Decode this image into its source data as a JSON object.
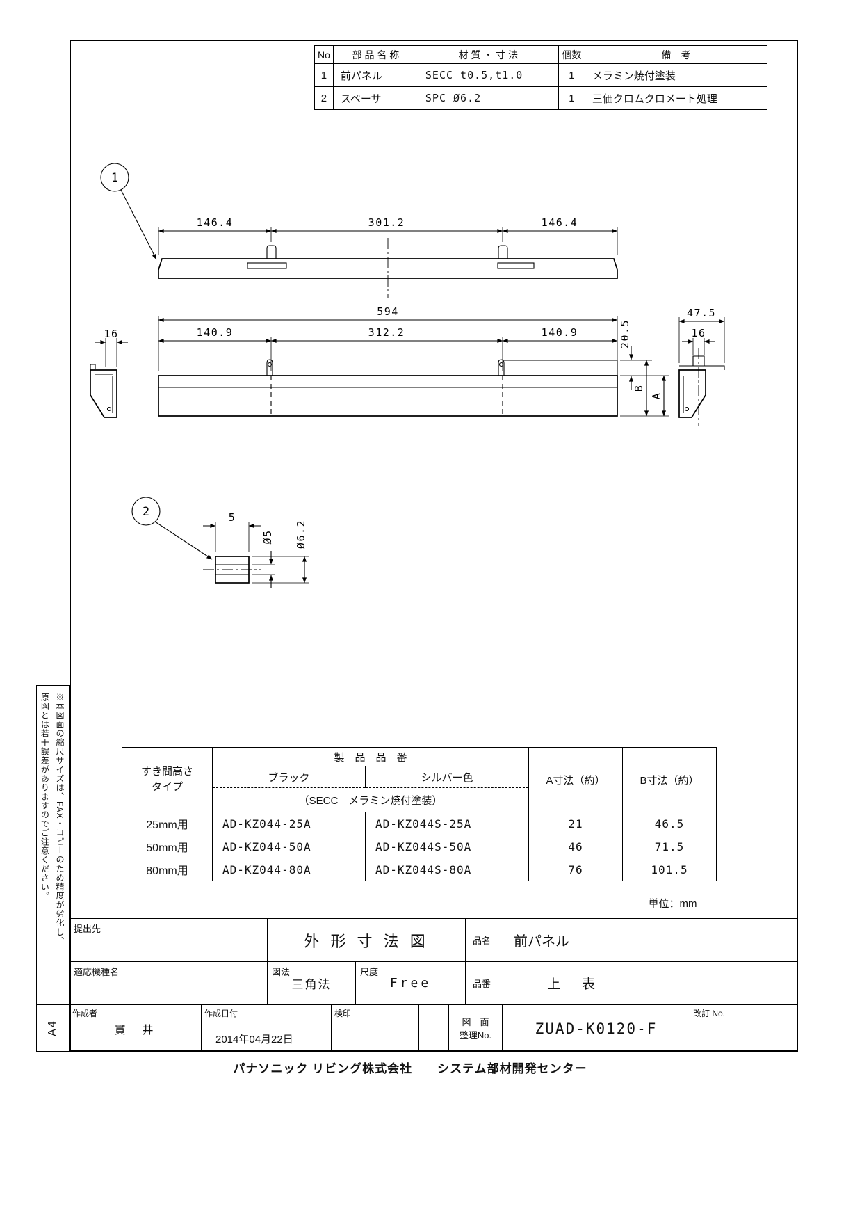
{
  "parts_table": {
    "headers": {
      "no": "No",
      "name": "部 品 名 称",
      "material": "材 質 ・ 寸 法",
      "qty": "個数",
      "remarks": "備　考"
    },
    "rows": [
      {
        "no": "1",
        "name": "前パネル",
        "material": "SECC t0.5,t1.0",
        "qty": "1",
        "remarks": "メラミン焼付塗装"
      },
      {
        "no": "2",
        "name": "スペーサ",
        "material": "SPC Ø6.2",
        "qty": "1",
        "remarks": "三価クロムクロメート処理"
      }
    ]
  },
  "drawing": {
    "balloon_1": "1",
    "balloon_2": "2",
    "top_view": {
      "dim_left": "146.4",
      "dim_center": "301.2",
      "dim_right": "146.4"
    },
    "front_view": {
      "dim_total": "594",
      "dim_left": "140.9",
      "dim_center": "312.2",
      "dim_right": "140.9",
      "dim_offset": "20.5",
      "dim_b": "B",
      "dim_a": "A",
      "dim_left_profile": "16",
      "dim_right_profile_width": "47.5",
      "dim_right_profile": "16"
    },
    "spacer": {
      "dim_length": "5",
      "dim_inner": "Ø5",
      "dim_outer": "Ø6.2"
    }
  },
  "product_table": {
    "gap_header": "すき間高さ\nタイプ",
    "product_no_header": "製　品　品　番",
    "black_header": "ブラック",
    "silver_header": "シルバー色",
    "finish_note": "（SECC　メラミン焼付塗装）",
    "a_header": "A寸法（約）",
    "b_header": "B寸法（約）",
    "rows": [
      {
        "type": "25mm用",
        "black": "AD-KZ044-25A",
        "silver": "AD-KZ044S-25A",
        "a": "21",
        "b": "46.5"
      },
      {
        "type": "50mm用",
        "black": "AD-KZ044-50A",
        "silver": "AD-KZ044S-50A",
        "a": "46",
        "b": "71.5"
      },
      {
        "type": "80mm用",
        "black": "AD-KZ044-80A",
        "silver": "AD-KZ044S-80A",
        "a": "76",
        "b": "101.5"
      }
    ],
    "unit_note": "単位：mm"
  },
  "title_block": {
    "submit_label": "提出先",
    "drawing_type": "外 形 寸 法 図",
    "name_label": "品名",
    "name_value": "前パネル",
    "model_label": "適応機種名",
    "projection_label": "図法",
    "projection_value": "三角法",
    "scale_label": "尺度",
    "scale_value": "Free",
    "partno_label": "品番",
    "partno_value": "上　表",
    "author_label": "作成者",
    "author_value": "貫　井",
    "date_label": "作成日付",
    "date_value": "2014年04月22日",
    "stamp_label": "検印",
    "dwgno_label_1": "図　面",
    "dwgno_label_2": "整理No.",
    "dwgno_value": "ZUAD-K0120-F",
    "revision_label": "改訂 No."
  },
  "sheet": {
    "size_label": "A4",
    "note_line1": "※本図面の縮尺サイズは、FAX・コピーのため精度が劣化し、",
    "note_line2": "原図とは若干誤差がありますのでご注意ください。",
    "footer": "パナソニック リビング株式会社　　システム部材開発センター"
  }
}
